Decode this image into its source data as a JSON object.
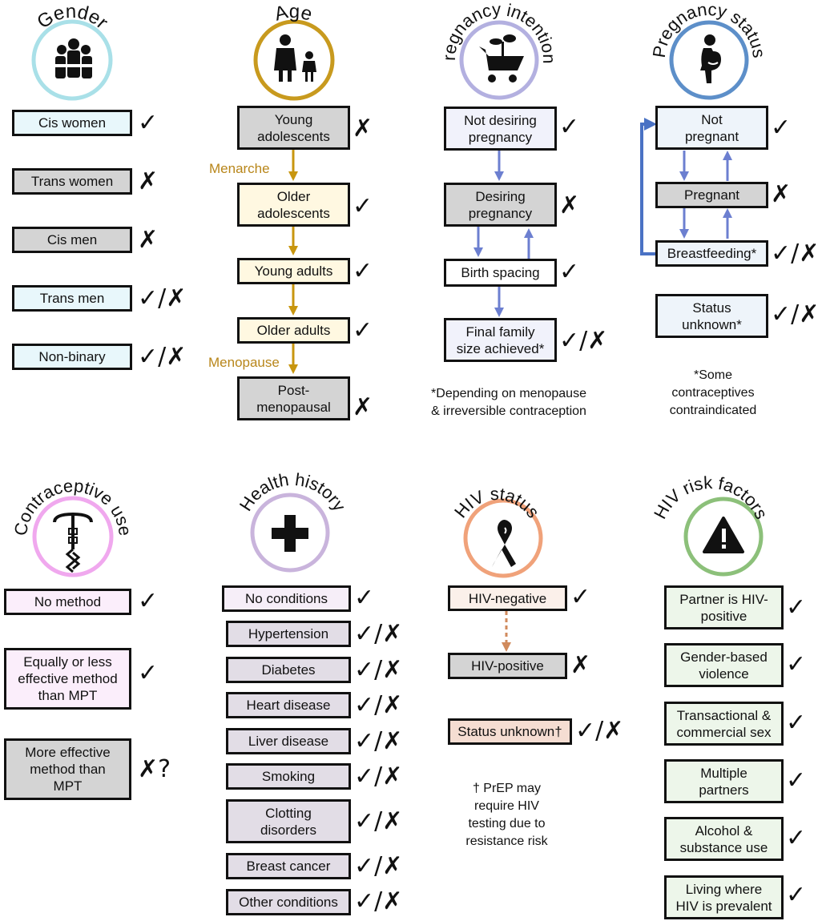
{
  "colors": {
    "gender_ring": "#a9e0e8",
    "gender_fill": "#e8f7fb",
    "age_ring": "#c89a1e",
    "age_fill": "#fff8e1",
    "age_arrow": "#c8960f",
    "preg_int_ring": "#b3b0e0",
    "preg_int_fill": "#f1f2fb",
    "preg_status_ring": "#5d8fc9",
    "preg_status_fill": "#eef4fa",
    "contra_ring": "#f0a8ee",
    "contra_fill": "#fbeefb",
    "health_ring": "#c9b4dc",
    "health_fill": "#f6eef8",
    "hiv_ring": "#f0a27a",
    "hiv_fill": "#fbf0ea",
    "risk_ring": "#8cc07a",
    "risk_fill": "#edf6ea",
    "blue_arrow": "#6c7fd0",
    "gray_fill": "#d4d4d4"
  },
  "marks": {
    "yes": "✓",
    "no": "✗",
    "both": "✓/✗",
    "unsure": "✗?"
  },
  "panels": {
    "gender": {
      "title": "Gender",
      "icon": "group-of-people-icon",
      "items": [
        "Cis women",
        "Trans women",
        "Cis men",
        "Trans men",
        "Non-binary"
      ]
    },
    "age": {
      "title": "Age",
      "icon": "adult-and-child-icon",
      "items": [
        "Young\nadolescents",
        "Older\nadolescents",
        "Young adults",
        "Older adults",
        "Post-\nmenopausal"
      ],
      "menarche": "Menarche",
      "menopause": "Menopause"
    },
    "pregnancy_intentions": {
      "title": "Pregnancy intentions",
      "icon": "wheelbarrow-sprout-icon",
      "items": [
        "Not desiring\npregnancy",
        "Desiring\npregnancy",
        "Birth spacing",
        "Final family\nsize achieved*"
      ],
      "note": "*Depending on menopause\n& irreversible contraception"
    },
    "pregnancy_status": {
      "title": "Pregnancy status",
      "icon": "pregnant-person-icon",
      "items": [
        "Not\npregnant",
        "Pregnant",
        "Breastfeeding*",
        "Status\nunknown*"
      ],
      "note": "*Some\ncontraceptives\ncontraindicated"
    },
    "contraceptive_use": {
      "title": "Contraceptive use",
      "icon": "iud-icon",
      "items": [
        "No method",
        "Equally or less\neffective method\nthan MPT",
        "More effective\nmethod than\nMPT"
      ]
    },
    "health_history": {
      "title": "Health history",
      "icon": "plus-icon",
      "items": [
        "No conditions",
        "Hypertension",
        "Diabetes",
        "Heart disease",
        "Liver disease",
        "Smoking",
        "Clotting\ndisorders",
        "Breast cancer",
        "Other conditions"
      ]
    },
    "hiv_status": {
      "title": "HIV status",
      "icon": "awareness-ribbon-icon",
      "items": [
        "HIV-negative",
        "HIV-positive",
        "Status unknown†"
      ],
      "note": "† PrEP may\nrequire HIV\ntesting due to\nresistance risk"
    },
    "hiv_risk": {
      "title": "HIV risk factors",
      "icon": "warning-triangle-icon",
      "items": [
        "Partner is HIV-\npositive",
        "Gender-based\nviolence",
        "Transactional &\ncommercial sex",
        "Multiple\npartners",
        "Alcohol &\nsubstance use",
        "Living where\nHIV is prevalent"
      ]
    }
  }
}
